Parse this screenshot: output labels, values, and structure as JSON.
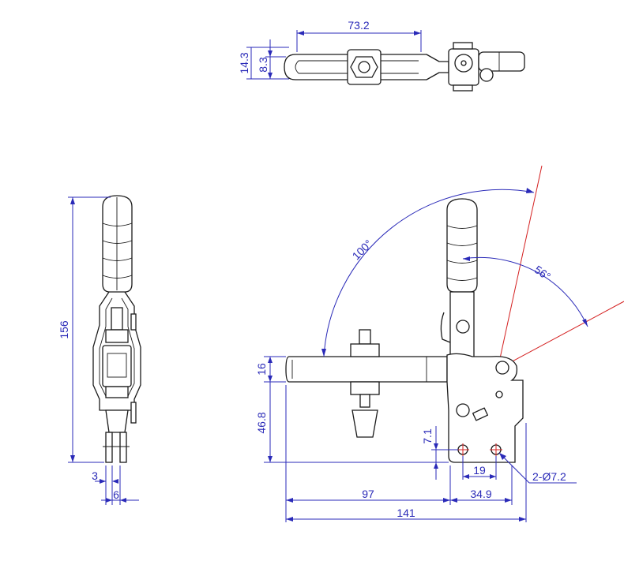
{
  "drawing": {
    "top_view": {
      "dim_length": "73.2",
      "dim_outer_height": "14.3",
      "dim_inner_height": "8.3"
    },
    "side_view": {
      "dim_height": "156",
      "dim_pin_width": "3",
      "dim_pin_spacing": "6"
    },
    "front_view": {
      "dim_arm_thickness": "16",
      "dim_arm_height": "46.8",
      "dim_hole_height": "7.1",
      "dim_hole_spacing": "19",
      "dim_arm_reach": "97",
      "dim_base_depth": "34.9",
      "dim_overall_length": "141",
      "hole_callout": "2-Ø7.2",
      "angle_open": "100°",
      "angle_handle": "56°"
    }
  },
  "colors": {
    "dimension": "#2a2ab8",
    "centerline": "#d42020",
    "outline": "#1a1a1a"
  }
}
